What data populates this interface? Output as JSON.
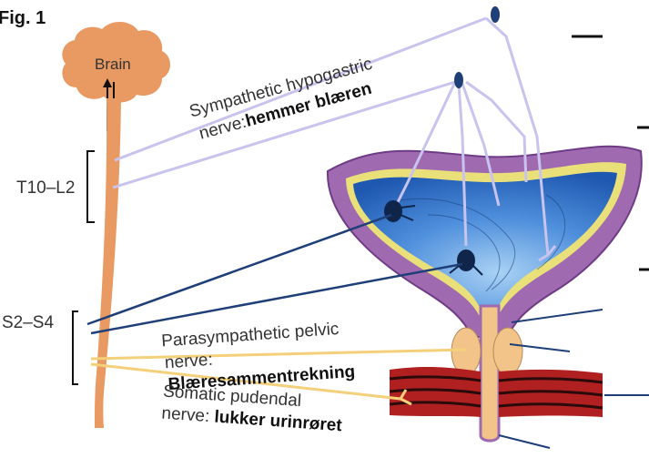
{
  "figure": {
    "label": "Fig. 1",
    "brain_label": "Brain",
    "spinal_levels": [
      "T10–L2",
      "S2–S4"
    ],
    "sympathetic": {
      "line1": "Sympathetic hypogastric",
      "line2_prefix": "nerve:",
      "line2_bold": "hemmer blæren"
    },
    "parasympathetic": {
      "line1": "Parasympathetic pelvic",
      "line2": "nerve:",
      "line3_bold": "Blæresammentrekning"
    },
    "somatic": {
      "line1": "Somatic pudendal",
      "line2_prefix": "nerve: ",
      "line2_bold": "lukker urinrøret"
    }
  },
  "colors": {
    "brain": "#e89a62",
    "spinal_cord": "#e89a62",
    "bladder_outer": "#a06ab0",
    "bladder_lumen": "#2d6fc4",
    "sympathetic_nerve": "#c8c4ee",
    "parasympathetic_nerve": "#1f3f78",
    "somatic_nerve": "#f5d07a",
    "sphincter_muscle": "#b02020"
  }
}
